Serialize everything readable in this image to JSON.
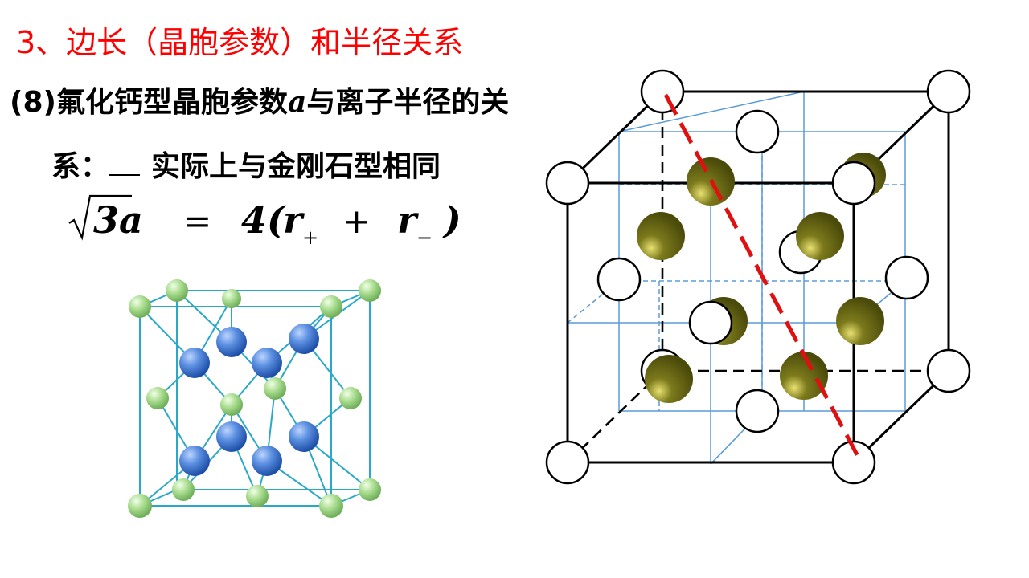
{
  "title": "3、边长（晶胞参数）和半径关系",
  "item": {
    "number": "(8)",
    "text_before": "氟化钙型晶胞参数",
    "variable": "a",
    "text_after": "与离子半径的关",
    "line2_prefix": "系：",
    "line2_text": "实际上与金刚石型相同"
  },
  "formula": {
    "sqrt_arg": "3a",
    "equals": "=",
    "rhs_coeff": "4(",
    "r": "r",
    "plus_sub": "+",
    "op": "+",
    "minus_sub": "−",
    "close": ")"
  },
  "colors": {
    "title": "#ff0000",
    "diagonal": "#e01010",
    "cube_edges": "#000000",
    "subcube_edges": "#5b9bd5",
    "cation_fill": "#5a5a10",
    "anion_fill": "#ffffff",
    "fluorite_lines": "#29a8c8",
    "fluorite_large": "#4a7fd0",
    "fluorite_small": "#9bd48a"
  }
}
